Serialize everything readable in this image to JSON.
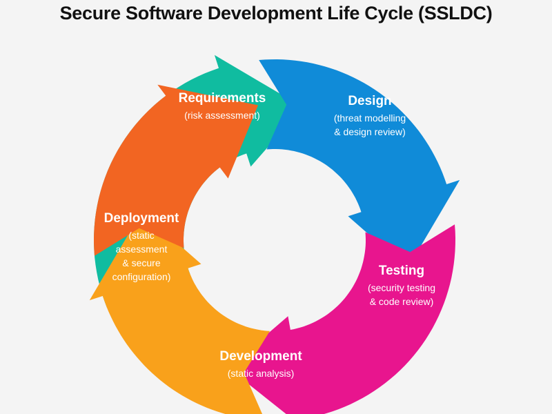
{
  "title": "Secure Software Development Life Cycle (SSLDC)",
  "segments": [
    {
      "id": "requirements",
      "name": "Requirements",
      "details": [
        "(risk assessment)"
      ],
      "color": "#10bca0"
    },
    {
      "id": "design",
      "name": "Design",
      "details": [
        "(threat modelling",
        "& design review)"
      ],
      "color": "#108bd8"
    },
    {
      "id": "testing",
      "name": "Testing",
      "details": [
        "(security testing",
        "& code review)"
      ],
      "color": "#e8158e"
    },
    {
      "id": "development",
      "name": "Development",
      "details": [
        "(static analysis)"
      ],
      "color": "#f9a11b"
    },
    {
      "id": "deployment",
      "name": "Deployment",
      "details": [
        "(static",
        "assessment",
        "& secure",
        "configuration)"
      ],
      "color": "#f26522"
    }
  ]
}
